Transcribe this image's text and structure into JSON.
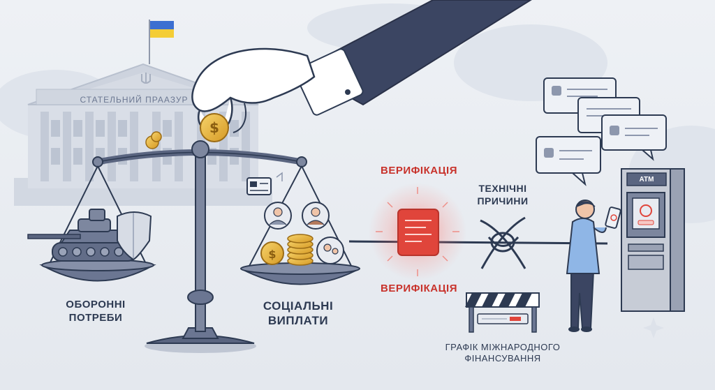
{
  "building": {
    "sign": "СТАТЕЛЬНИЙ ПРААЗУР"
  },
  "scale": {
    "left_label": [
      "ОБОРОННІ",
      "ПОТРЕБИ"
    ],
    "right_label": [
      "СОЦІАЛЬНІ",
      "ВИПЛАТИ"
    ]
  },
  "process": {
    "verification_top": "ВЕРИФІКАЦІЯ",
    "verification_bottom": "ВЕРИФІКАЦІЯ",
    "technical_reasons": [
      "ТЕХНІЧНІ",
      "ПРИЧИНИ"
    ],
    "funding_schedule": [
      "ГРАФІК МІЖНАРОДНОГО",
      "ФІНАНСУВАННЯ"
    ]
  },
  "atm": {
    "label": "ATM"
  },
  "colors": {
    "ink": "#2d3a52",
    "accent_red": "#e0453b",
    "gold": "#e7b43c",
    "flag_blue": "#3c6fd1",
    "flag_yellow": "#f4cd36"
  }
}
